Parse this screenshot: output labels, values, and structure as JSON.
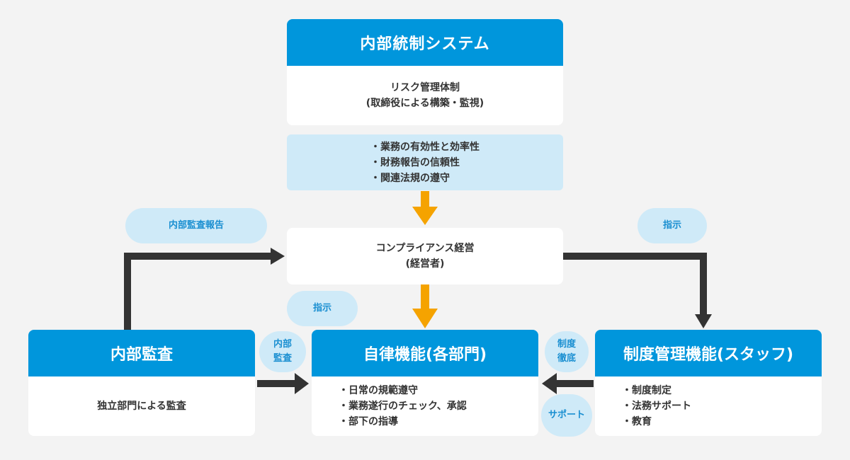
{
  "top": {
    "title": "内部統制システム",
    "body_line1": "リスク管理体制",
    "body_line2": "(取締役による構築・監視)",
    "objectives": [
      "業務の有効性と効率性",
      "財務報告の信頼性",
      "関連法規の遵守"
    ]
  },
  "middle": {
    "line1": "コンプライアンス経営",
    "line2": "(経営者)"
  },
  "labels": {
    "audit_report": "内部監査報告",
    "instruction_right": "指示",
    "instruction_center": "指示",
    "internal_audit_small_1": "内部",
    "internal_audit_small_2": "監査",
    "system_enforce_1": "制度",
    "system_enforce_2": "徹底",
    "support": "サポート"
  },
  "left": {
    "title": "内部監査",
    "body": "独立部門による監査"
  },
  "center": {
    "title": "自律機能(各部門)",
    "items": [
      "日常の規範遵守",
      "業務遂行のチェック、承認",
      "部下の指導"
    ]
  },
  "right": {
    "title": "制度管理機能(スタッフ)",
    "items": [
      "制度制定",
      "法務サポート",
      "教育"
    ]
  },
  "colors": {
    "blue": "#0096dc",
    "light_blue": "#cfeaf8",
    "orange": "#f5a300",
    "dark": "#333333",
    "background": "#f3f3f3"
  }
}
